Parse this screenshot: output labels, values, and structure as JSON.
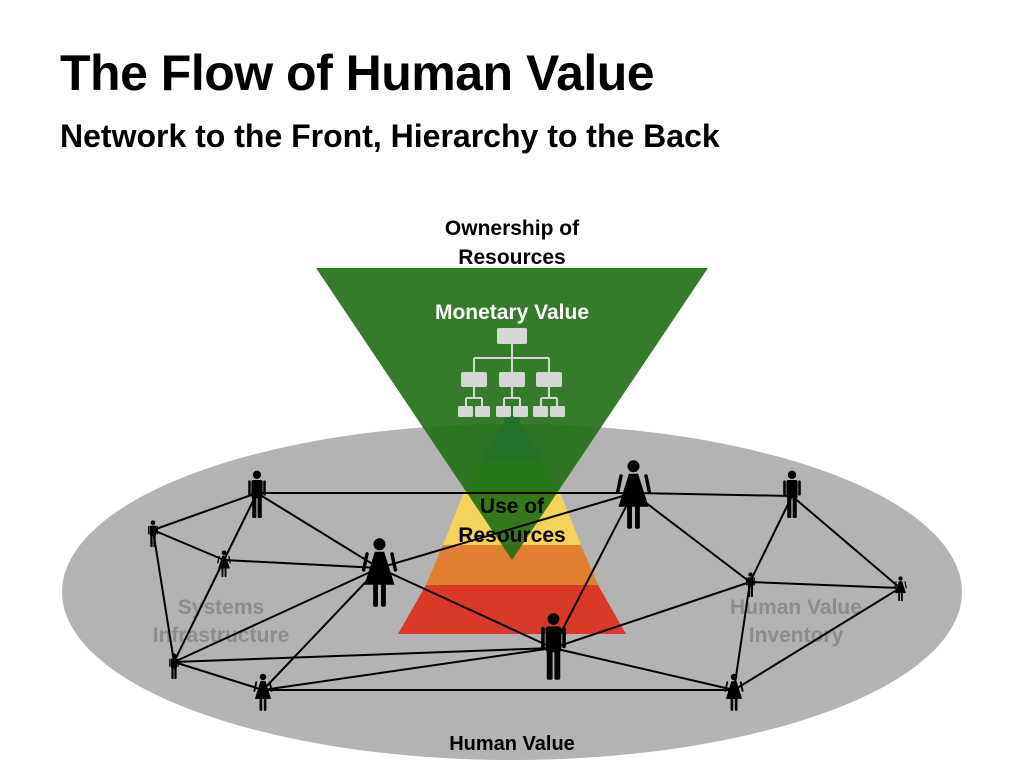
{
  "title": "The Flow of Human Value",
  "subtitle": "Network to the Front, Hierarchy to the Back",
  "labels": {
    "ownership_line1": "Ownership of",
    "ownership_line2": "Resources",
    "monetary": "Monetary Value",
    "use_line1": "Use of",
    "use_line2": "Resources",
    "systems_line1": "Systems",
    "systems_line2": "Infrastructure",
    "inventory_line1": "Human Value",
    "inventory_line2": "Inventory",
    "human_value": "Human Value"
  },
  "colors": {
    "ellipse": "#b3b3b3",
    "funnel": "#1e6e12",
    "pyramid": [
      "#4aa3f0",
      "#7fd45a",
      "#f3d35a",
      "#e37f30",
      "#d93a26"
    ],
    "network_label": "#8c8c8c",
    "org_chart": "#d6d6d6"
  }
}
